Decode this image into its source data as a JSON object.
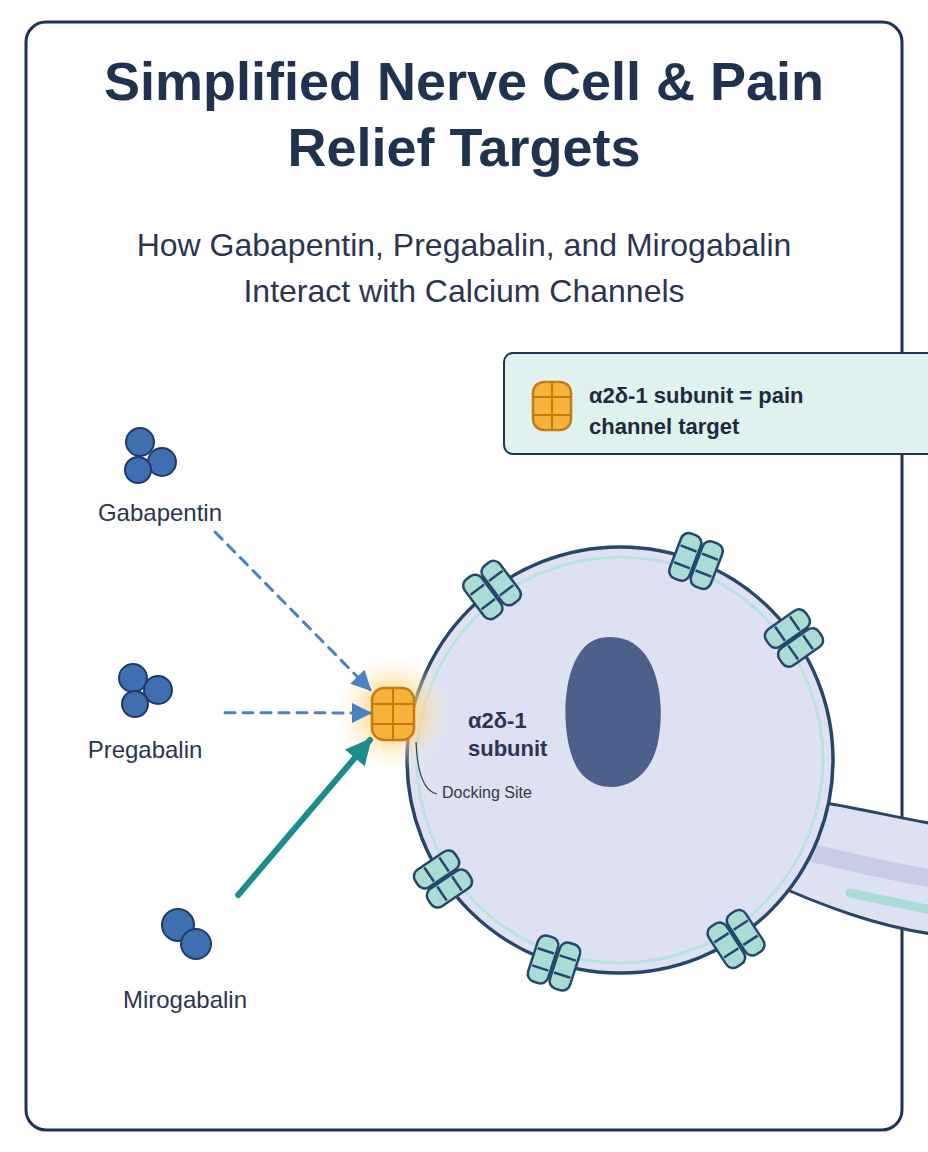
{
  "diagram": {
    "title": "Simplified Nerve Cell & Pain Relief Targets",
    "caption": "How Gabapentin, Pregabalin, and Mirogabalin Interact with Calcium Channels",
    "nodes": [
      {
        "text": [
          "Gabapentin"
        ]
      },
      {
        "text": [
          "Pregabalin"
        ]
      },
      {
        "text": [
          "Mirogabalin"
        ]
      },
      {
        "text": [
          "α2δ-1 subunit"
        ]
      }
    ],
    "edges": [
      {
        "from": 0,
        "to": 3,
        "arrow": "to"
      },
      {
        "from": 1,
        "to": 3,
        "arrow": "to"
      },
      {
        "from": 2,
        "to": 3,
        "arrow": "to"
      }
    ],
    "labels": [
      "Docking Site"
    ],
    "legend": [
      {
        "text": "α2δ-1 subunit = pain channel target"
      }
    ]
  }
}
